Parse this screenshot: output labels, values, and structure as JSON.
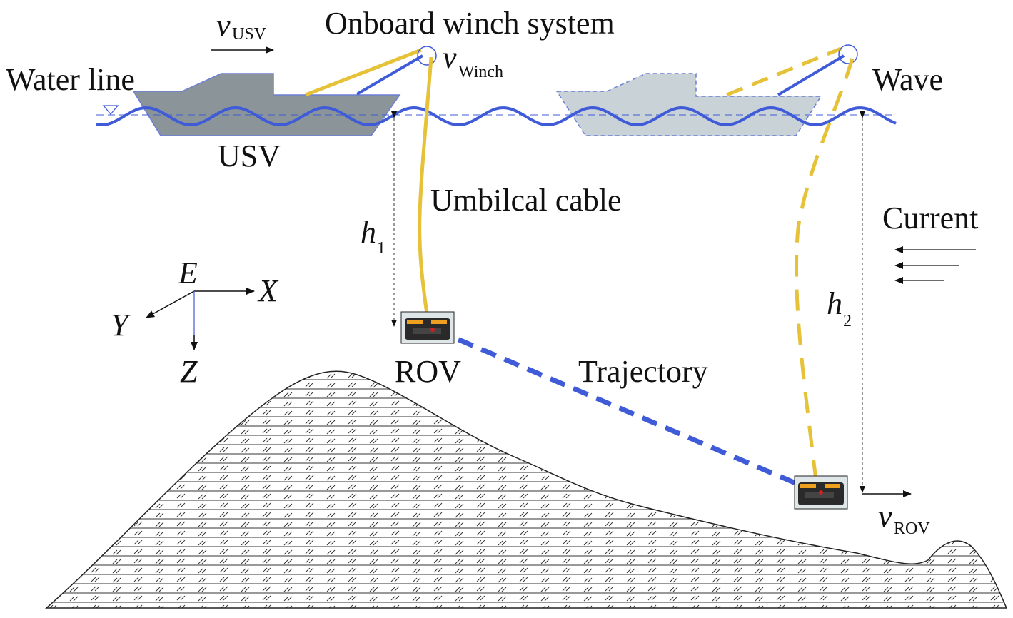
{
  "labels": {
    "water_line": "Water line",
    "winch_system": "Onboard winch system",
    "usv": "USV",
    "wave": "Wave",
    "umbilical_cable": "Umbilcal cable",
    "current": "Current",
    "rov": "ROV",
    "trajectory": "Trajectory"
  },
  "symbols": {
    "v_usv": {
      "main": "v",
      "sub": "USV"
    },
    "v_winch": {
      "main": "v",
      "sub": "Winch"
    },
    "v_rov": {
      "main": "v",
      "sub": "ROV"
    },
    "h1": {
      "main": "h",
      "sub": "1"
    },
    "h2": {
      "main": "h",
      "sub": "2"
    }
  },
  "axes": {
    "origin": "E",
    "x": "X",
    "y": "Y",
    "z": "Z"
  },
  "colors": {
    "wave": "#3f5bd8",
    "cable": "#e6c238",
    "usv_hull": "#8a9499",
    "usv_ghost": "#c9d2d7",
    "trajectory": "#3f5bd8",
    "seabed_hatch": "#333333",
    "rov_body": "#2a2a2a",
    "rov_accent": "#f0a020"
  }
}
